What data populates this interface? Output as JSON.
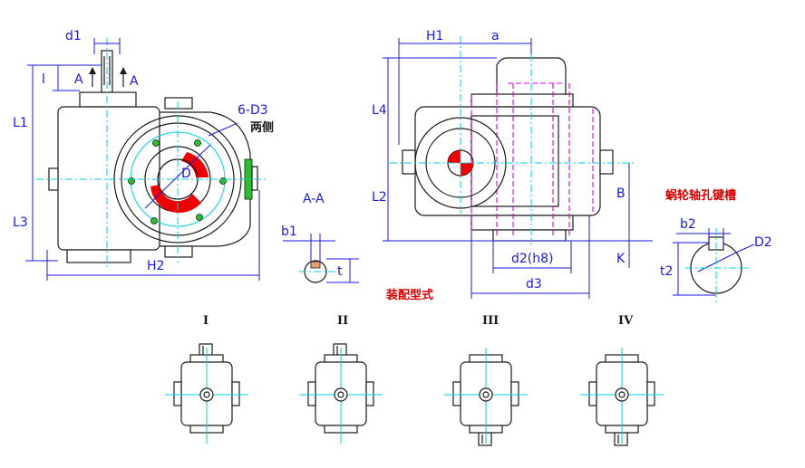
{
  "labels": {
    "d1": "d1",
    "A_left": "A",
    "A_right": "A",
    "l": "l",
    "L1": "L1",
    "L3": "L3",
    "H2": "H2",
    "holes": "6-D3",
    "both_sides": "两侧",
    "D": "D",
    "section": "A-A",
    "b1": "b1",
    "t": "t",
    "H1": "H1",
    "a": "a",
    "L4": "L4",
    "L2": "L2",
    "B": "B",
    "K": "K",
    "d2": "d2(h8)",
    "d3": "d3",
    "assembly_title": "装配型式",
    "worm_keyway_title": "蜗轮轴孔键槽",
    "b2": "b2",
    "t2": "t2",
    "D2": "D2"
  },
  "assembly_types": [
    "I",
    "II",
    "III",
    "IV"
  ],
  "colors": {
    "dimension": "#1a1adc",
    "centerline": "#00d0e0",
    "hidden": "#e000e0",
    "highlight": "#ee0000",
    "accent": "#2bc02b",
    "outline": "#1a1a1a"
  }
}
